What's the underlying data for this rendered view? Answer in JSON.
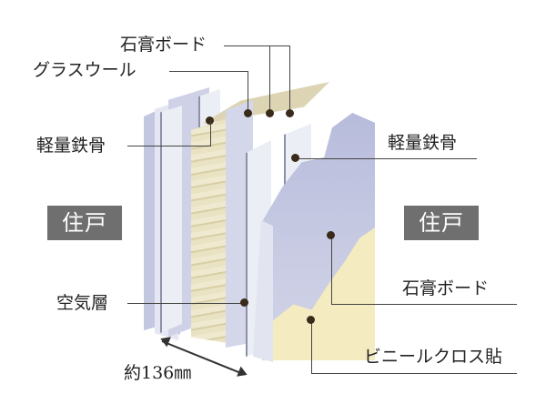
{
  "labels": {
    "gypsum_board_top": "石膏ボード",
    "glass_wool": "グラスウール",
    "steel_stud_left": "軽量鉄骨",
    "steel_stud_right": "軽量鉄骨",
    "air_layer": "空気層",
    "gypsum_board_right": "石膏ボード",
    "vinyl_cloth": "ビニールクロス貼",
    "thickness": "約136㎜"
  },
  "rooms": {
    "left": "住戸",
    "right": "住戸"
  },
  "colors": {
    "gypsum_board_blue": "#c9cce3",
    "gypsum_board_edge": "#dfe1ee",
    "glass_wool": "#e8e1c4",
    "wallpaper_cream": "#f4ecc0",
    "room_badge": "#6f6f6f",
    "marker": "#3a2a1a"
  }
}
